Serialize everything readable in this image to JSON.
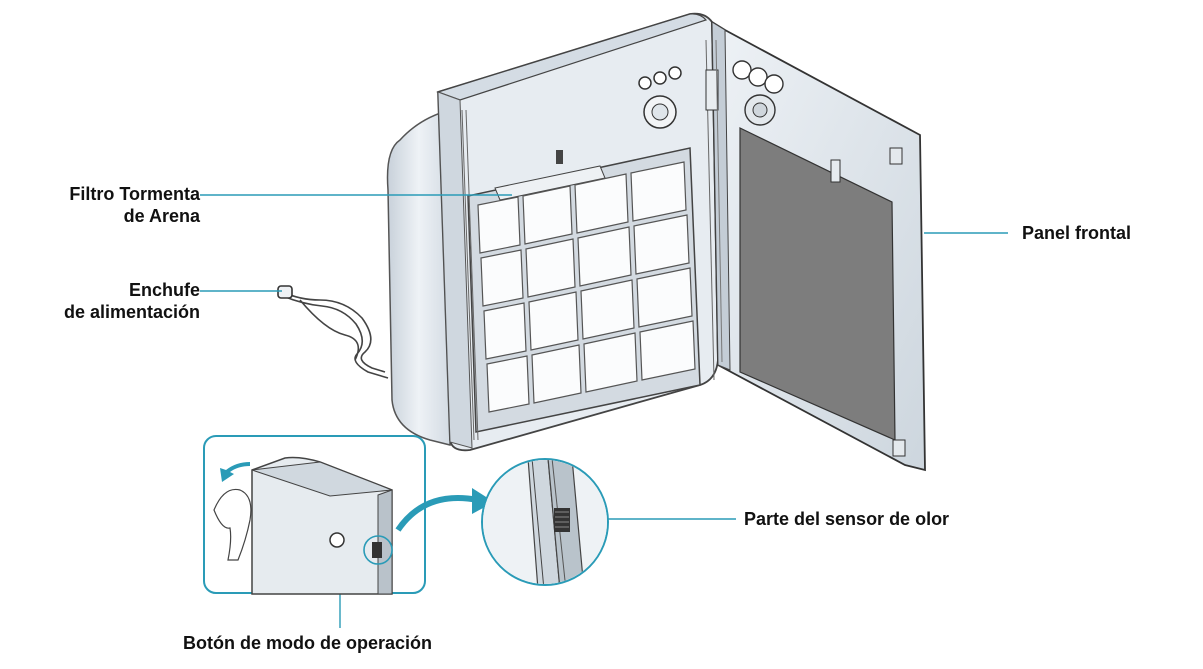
{
  "labels": {
    "filter_line1": "Filtro Tormenta",
    "filter_line2": "de Arena",
    "plug_line1": "Enchufe",
    "plug_line2": "de alimentación",
    "front_panel": "Panel frontal",
    "odor_sensor": "Parte del sensor de olor",
    "mode_button": "Botón de modo de operación"
  },
  "colors": {
    "callout_line": "#2a9bb7",
    "device_body": "#e4eaf0",
    "device_panel": "#d6dee6",
    "filter_frame": "#c9d1d8",
    "carbon_filter": "#7d7d7d",
    "inset_border": "#2a9bb7",
    "arrow": "#2a9bb7"
  },
  "icons": {
    "arrow": "curved-arrow-icon",
    "hand": "hand-icon"
  }
}
